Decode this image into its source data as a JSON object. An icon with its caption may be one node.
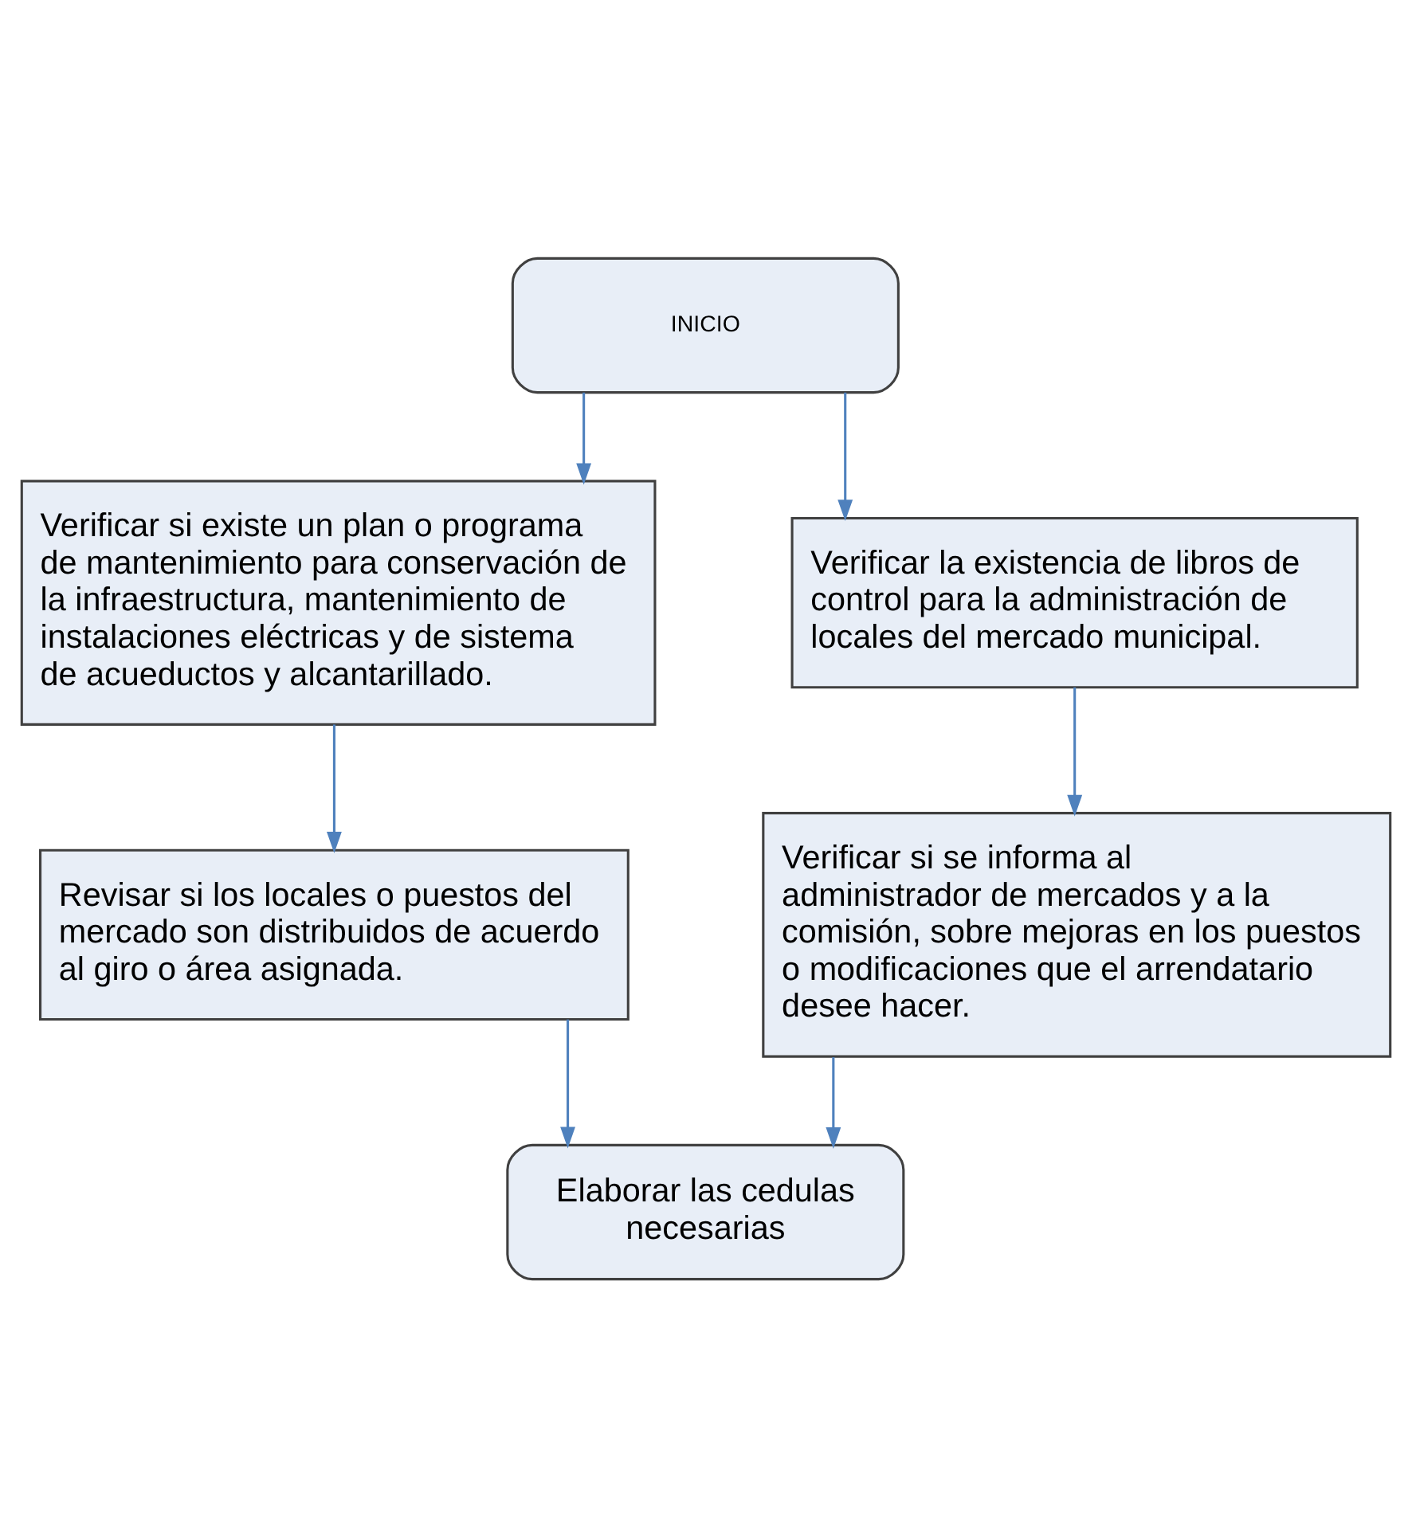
{
  "diagram": {
    "nodes": [
      {
        "text": [
          "INICIO"
        ]
      },
      {
        "text": [
          "Verificar si existe un plan o programa de mantenimiento para conservación de la infraestructura, mantenimiento de instalaciones eléctricas y de sistema de acueductos y alcantarillado."
        ]
      },
      {
        "text": [
          "Verificar la existencia de libros de control para la administración de locales del mercado municipal."
        ]
      },
      {
        "text": [
          "Revisar si los locales o puestos del mercado son distribuidos de acuerdo al giro o área asignada."
        ]
      },
      {
        "text": [
          "Verificar si se informa al administrador de mercados y a la comisión, sobre mejoras en los puestos o modificaciones que el arrendatario desee hacer."
        ]
      },
      {
        "text": [
          "Elaborar las cedulas necesarias"
        ]
      }
    ],
    "edges": [
      {
        "from": 0,
        "to": 1,
        "arrow": "to"
      },
      {
        "from": 0,
        "to": 2,
        "arrow": "to"
      },
      {
        "from": 1,
        "to": 3,
        "arrow": "to"
      },
      {
        "from": 2,
        "to": 4,
        "arrow": "to"
      },
      {
        "from": 3,
        "to": 5,
        "arrow": "to"
      },
      {
        "from": 4,
        "to": 5,
        "arrow": "to"
      }
    ]
  }
}
